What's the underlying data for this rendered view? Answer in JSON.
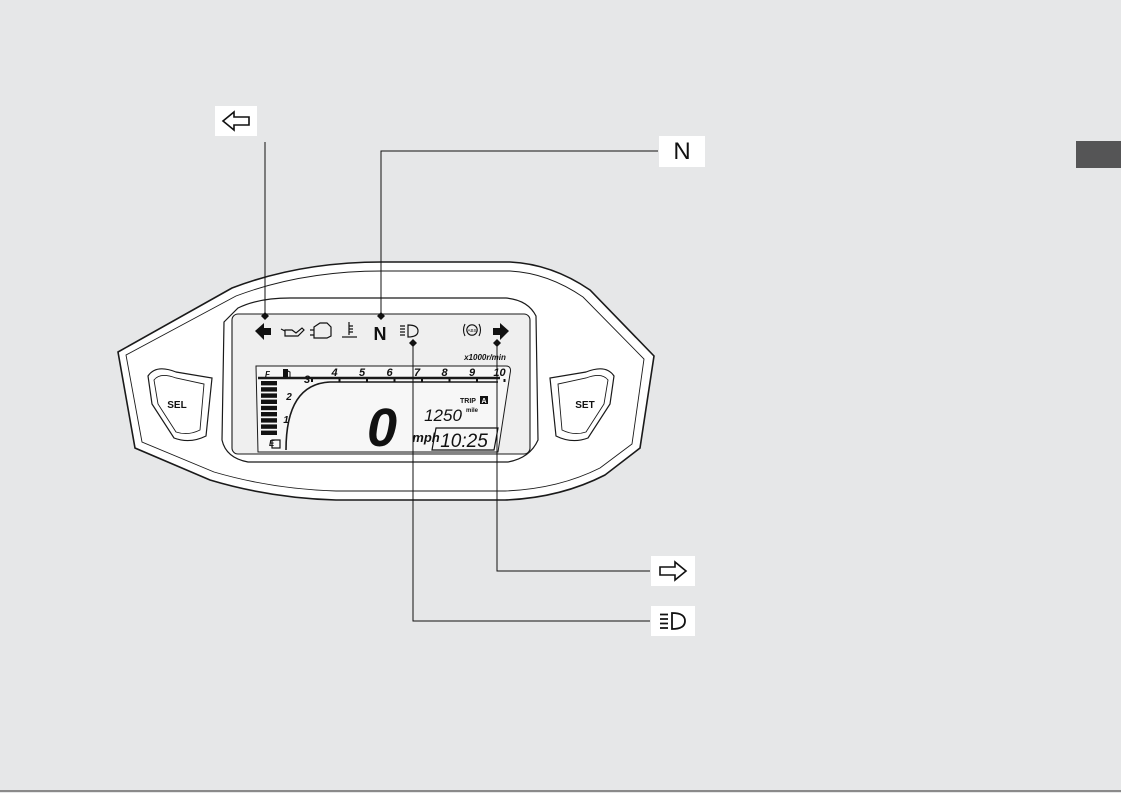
{
  "callouts": {
    "left_turn": {
      "icon": "left-turn-signal-indicator-icon"
    },
    "neutral": {
      "text": "N"
    },
    "right_turn": {
      "icon": "right-turn-signal-indicator-icon"
    },
    "high_beam": {
      "icon": "high-beam-indicator-icon"
    }
  },
  "dash": {
    "buttons": {
      "sel": "SEL",
      "set": "SET"
    },
    "indicators": {
      "neutral": "N",
      "icons": [
        "left-turn-arrow-icon",
        "oil-pressure-icon",
        "engine-check-icon",
        "coolant-temp-icon",
        "neutral-n",
        "high-beam-icon",
        "abs-icon",
        "right-turn-arrow-icon"
      ]
    },
    "tach": {
      "unit": "x1000r/min",
      "ticks": [
        "3",
        "4",
        "5",
        "6",
        "7",
        "8",
        "9",
        "10"
      ],
      "low_ticks": [
        "2",
        "1"
      ]
    },
    "fuel": {
      "full": "F",
      "empty": "E",
      "bars_lit": 9
    },
    "speed": {
      "value": "0",
      "unit": "mph"
    },
    "trip": {
      "label": "TRIP",
      "mode": "A",
      "value": "1250",
      "unit": "mile"
    },
    "clock": "10:25"
  },
  "colors": {
    "background": "#e6e7e8",
    "ink": "#111111",
    "side_tab": "#555556"
  }
}
